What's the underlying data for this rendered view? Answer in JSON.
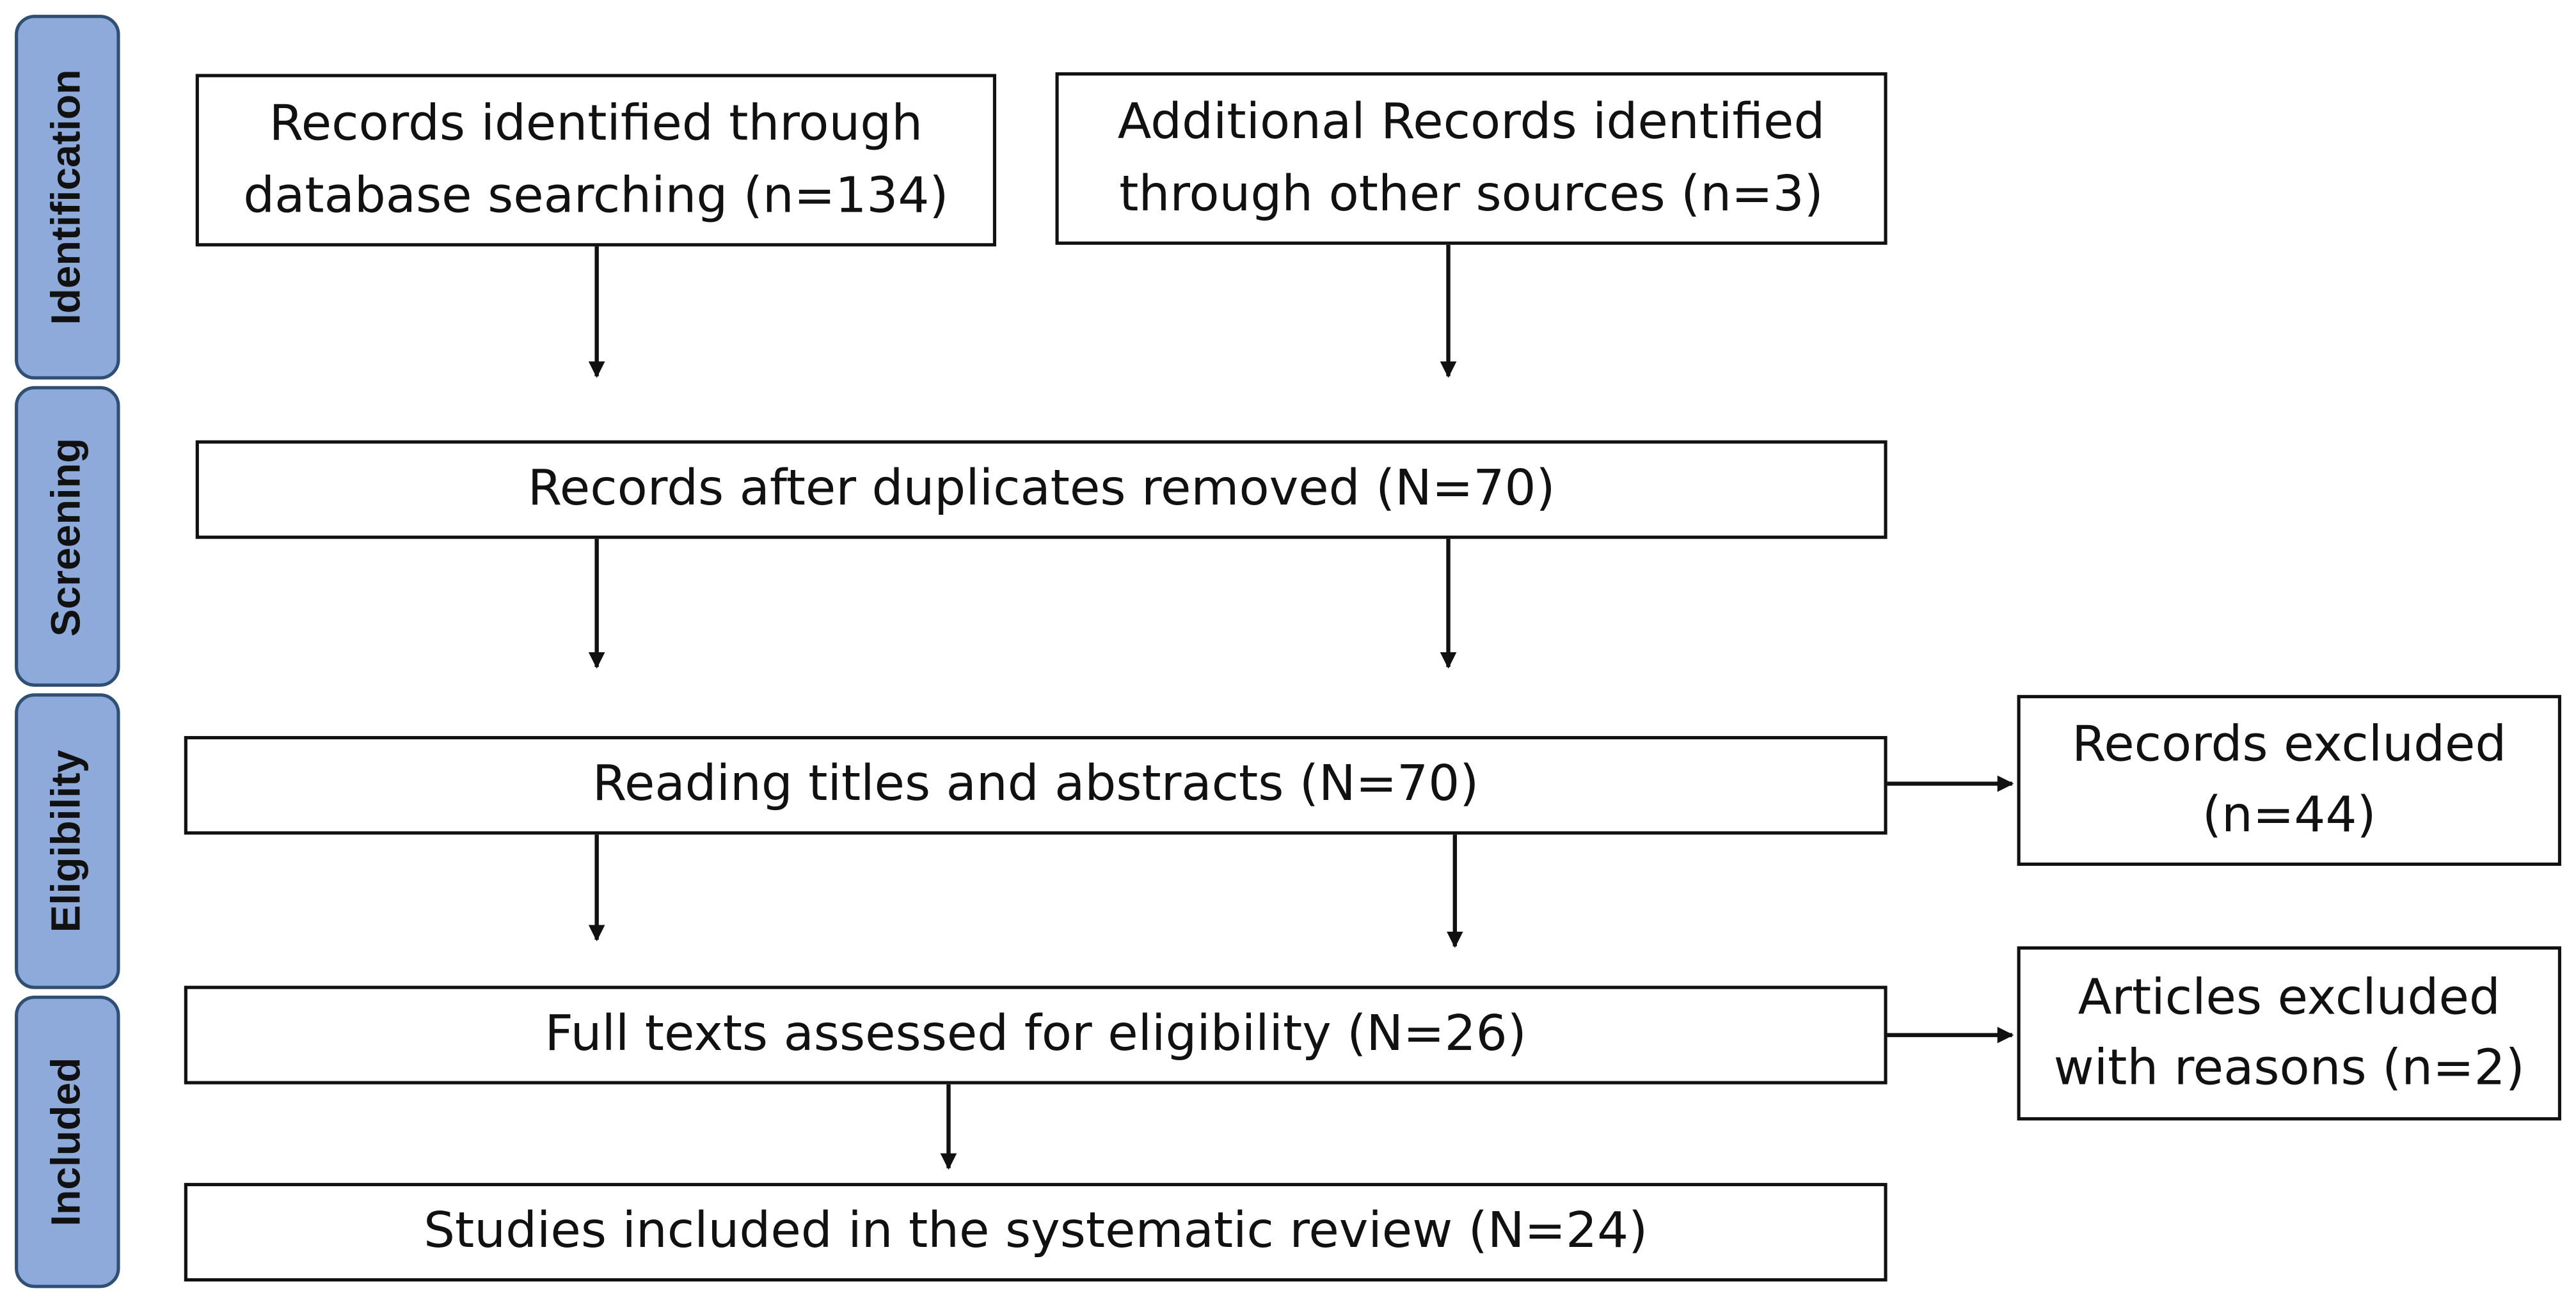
{
  "stages": {
    "identification": "Identification",
    "screening": "Screening",
    "eligibility": "Eligibility",
    "included": "Included"
  },
  "boxes": {
    "database_records": "Records identified through database searching (n=134)",
    "other_sources": "Additional Records identified through other sources (n=3)",
    "after_duplicates": "Records after duplicates removed (N=70)",
    "titles_abstracts": "Reading titles and abstracts (N=70)",
    "records_excluded": "Records excluded (n=44)",
    "full_texts": "Full texts assessed for eligibility (N=26)",
    "articles_excluded": "Articles excluded with reasons (n=2)",
    "studies_included": "Studies included in the systematic review (N=24)"
  },
  "colors": {
    "stage_fill": "#8eaadb",
    "stage_border": "#2f4f74",
    "box_border": "#111111",
    "arrow": "#111111"
  }
}
